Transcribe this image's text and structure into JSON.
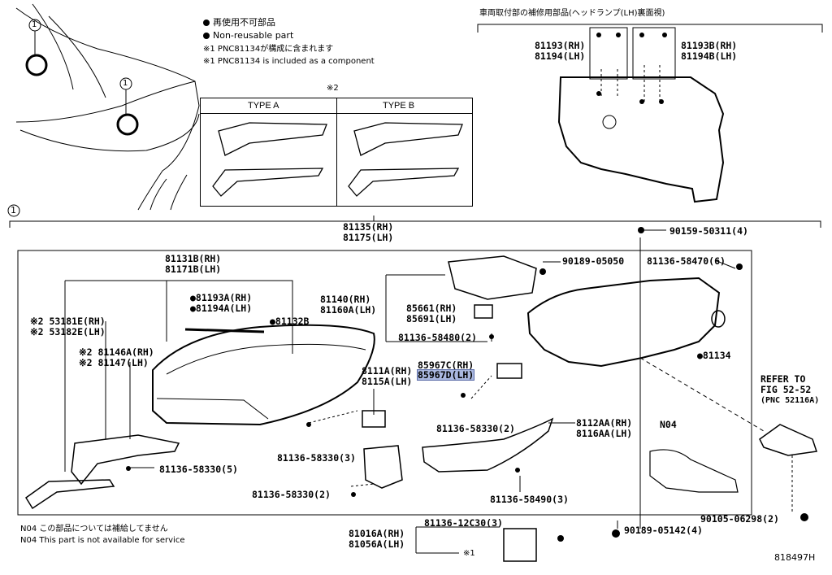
{
  "legend": {
    "jp_nonreuse": "再使用不可部品",
    "en_nonreuse": "Non-reusable part",
    "jp_note1": "※1 PNC81134が構成に含まれます",
    "en_note1": "※1 PNC81134 is included as a component",
    "note2_mark": "※2",
    "type_a": "TYPE A",
    "type_b": "TYPE B",
    "callout_1": "1"
  },
  "service_title_jp": "車両取付部の補修用部品(ヘッドランプ(LH)裏面視)",
  "footer": {
    "n04_jp": "N04  この部品については補給してません",
    "n04_en": "N04  This part is not available for service",
    "diagram_id": "818497H"
  },
  "parts": {
    "p81193": "81193(RH)",
    "p81194": "81194(LH)",
    "p81193b": "81193B(RH)",
    "p81194b": "81194B(LH)",
    "p81135": "81135(RH)",
    "p81175": "81175(LH)",
    "p90159": "90159-50311(4)",
    "p81131b": "81131B(RH)",
    "p81171b": "81171B(LH)",
    "p81193a": "●81193A(RH)",
    "p81194a": "●81194A(LH)",
    "p81132b": "●81132B",
    "p53181e": "※2 53181E(RH)",
    "p53182e": "※2 53182E(LH)",
    "p81146a": "※2 81146A(RH)",
    "p81147": "※2 81147(LH)",
    "p81140": "81140(RH)",
    "p81160a": "81160A(LH)",
    "p85661": "85661(RH)",
    "p85691": "85691(LH)",
    "p81136_58480": "81136-58480(2)",
    "p90189_05050": "90189-05050",
    "p81136_58470": "81136-58470(6)",
    "p81134": "●81134",
    "p85967c": "85967C(RH)",
    "p85967d": "85967D(LH)",
    "p8111a": "8111A(RH)",
    "p8115a": "8115A(LH)",
    "p81136_58330_2a": "81136-58330(2)",
    "p81136_58330_5": "81136-58330(5)",
    "p81136_58330_3": "81136-58330(3)",
    "p81136_58330_2b": "81136-58330(2)",
    "p8112aa": "8112AA(RH)",
    "p8116aa": "8116AA(LH)",
    "p81136_58490": "81136-58490(3)",
    "n04": "N04",
    "refer1": "REFER TO",
    "refer2": "FIG 52-52",
    "refer3": "(PNC 52116A)",
    "p90105": "90105-06298(2)",
    "p81016a": "81016A(RH)",
    "p81056a": "81056A(LH)",
    "p81136_12c30": "81136-12C30(3)",
    "p90189_05142": "90189-05142(4)",
    "note1_mark": "※1"
  }
}
